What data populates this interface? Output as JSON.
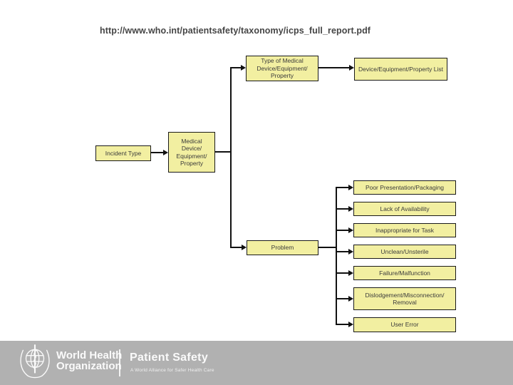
{
  "title": {
    "url": "http://www.who.int/patientsafety/taxonomy/icps_full_report.pdf"
  },
  "diagram": {
    "type": "taxonomy-tree",
    "colors": {
      "box_fill": "#F2EFA1",
      "box_border": "#1A1A1A",
      "line": "#111111"
    },
    "nodes": {
      "incident_type": "Incident Type",
      "medical_device": "Medical Device/ Equipment/ Property",
      "type_of_medical_device": "Type of Medical Device/Equipment/ Property",
      "device_list": "Device/Equipment/Property List",
      "problem": "Problem"
    },
    "problem_children": [
      "Poor Presentation/Packaging",
      "Lack of Availability",
      "Inappropriate for Task",
      "Unclean/Unsterile",
      "Failure/Malfunction",
      "Dislodgement/Misconnection/ Removal",
      "User Error"
    ],
    "edges": [
      [
        "incident_type",
        "medical_device"
      ],
      [
        "medical_device",
        "type_of_medical_device"
      ],
      [
        "type_of_medical_device",
        "device_list"
      ],
      [
        "medical_device",
        "problem"
      ],
      [
        "problem",
        "problem_children"
      ]
    ]
  },
  "footer": {
    "bar_color": "#B1B1B1",
    "org_line1": "World Health",
    "org_line2": "Organization",
    "program_title": "Patient Safety",
    "program_subtitle": "A World Alliance for Safer Health Care"
  }
}
